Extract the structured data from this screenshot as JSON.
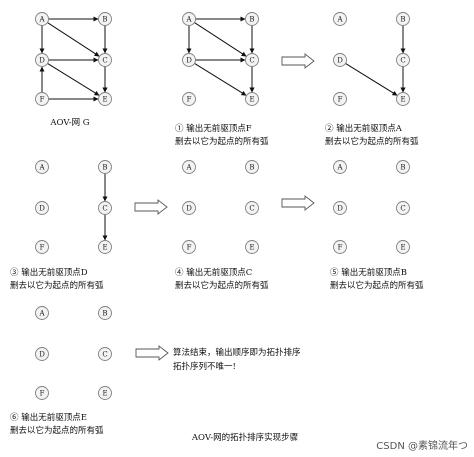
{
  "node_labels": {
    "A": "A",
    "B": "B",
    "C": "C",
    "D": "D",
    "E": "E",
    "F": "F"
  },
  "stages": [
    {
      "id": "g",
      "nodes": [
        "A",
        "B",
        "C",
        "D",
        "E",
        "F"
      ],
      "edges": [
        [
          "A",
          "B"
        ],
        [
          "A",
          "D"
        ],
        [
          "A",
          "C"
        ],
        [
          "B",
          "C"
        ],
        [
          "B",
          "E"
        ],
        [
          "C",
          "E"
        ],
        [
          "D",
          "C"
        ],
        [
          "D",
          "E"
        ],
        [
          "F",
          "D"
        ],
        [
          "F",
          "E"
        ]
      ],
      "caption": [
        "AOV-网 G"
      ]
    },
    {
      "id": "s1",
      "nodes": [
        "A",
        "B",
        "C",
        "D",
        "E",
        "F"
      ],
      "edges": [
        [
          "A",
          "B"
        ],
        [
          "A",
          "D"
        ],
        [
          "A",
          "C"
        ],
        [
          "B",
          "C"
        ],
        [
          "B",
          "E"
        ],
        [
          "C",
          "E"
        ],
        [
          "D",
          "C"
        ],
        [
          "D",
          "E"
        ]
      ],
      "caption": [
        "① 输出无前驱顶点F",
        "删去以它为起点的所有弧"
      ]
    },
    {
      "id": "s2",
      "nodes": [
        "A",
        "B",
        "C",
        "D",
        "E",
        "F"
      ],
      "edges": [
        [
          "B",
          "C"
        ],
        [
          "B",
          "E"
        ],
        [
          "C",
          "E"
        ],
        [
          "D",
          "E"
        ]
      ],
      "caption": [
        "② 输出无前驱顶点A",
        "删去以它为起点的所有弧"
      ]
    },
    {
      "id": "s3",
      "nodes": [
        "A",
        "B",
        "C",
        "D",
        "E",
        "F"
      ],
      "edges": [
        [
          "B",
          "C"
        ],
        [
          "C",
          "E"
        ]
      ],
      "caption": [
        "③ 输出无前驱顶点D",
        "删去以它为起点的所有弧"
      ]
    },
    {
      "id": "s4",
      "nodes": [
        "A",
        "B",
        "C",
        "D",
        "E",
        "F"
      ],
      "edges": [],
      "caption": [
        "④ 输出无前驱顶点C",
        "删去以它为起点的所有弧"
      ]
    },
    {
      "id": "s5",
      "nodes": [
        "A",
        "B",
        "C",
        "D",
        "E",
        "F"
      ],
      "edges": [],
      "caption": [
        "⑤ 输出无前驱顶点B",
        "删去以它为起点的所有弧"
      ]
    },
    {
      "id": "s6",
      "nodes": [
        "A",
        "B",
        "C",
        "D",
        "E",
        "F"
      ],
      "edges": [],
      "caption": [
        "⑥ 输出无前驱顶点E",
        "删去以它为起点的所有弧"
      ]
    }
  ],
  "conclusion": [
    "算法结束，输出顺序即为拓扑排序",
    "拓扑序列不唯一!"
  ],
  "title": "AOV-网的拓扑排序实现步骤",
  "watermark": "CSDN @素锦流年つ"
}
